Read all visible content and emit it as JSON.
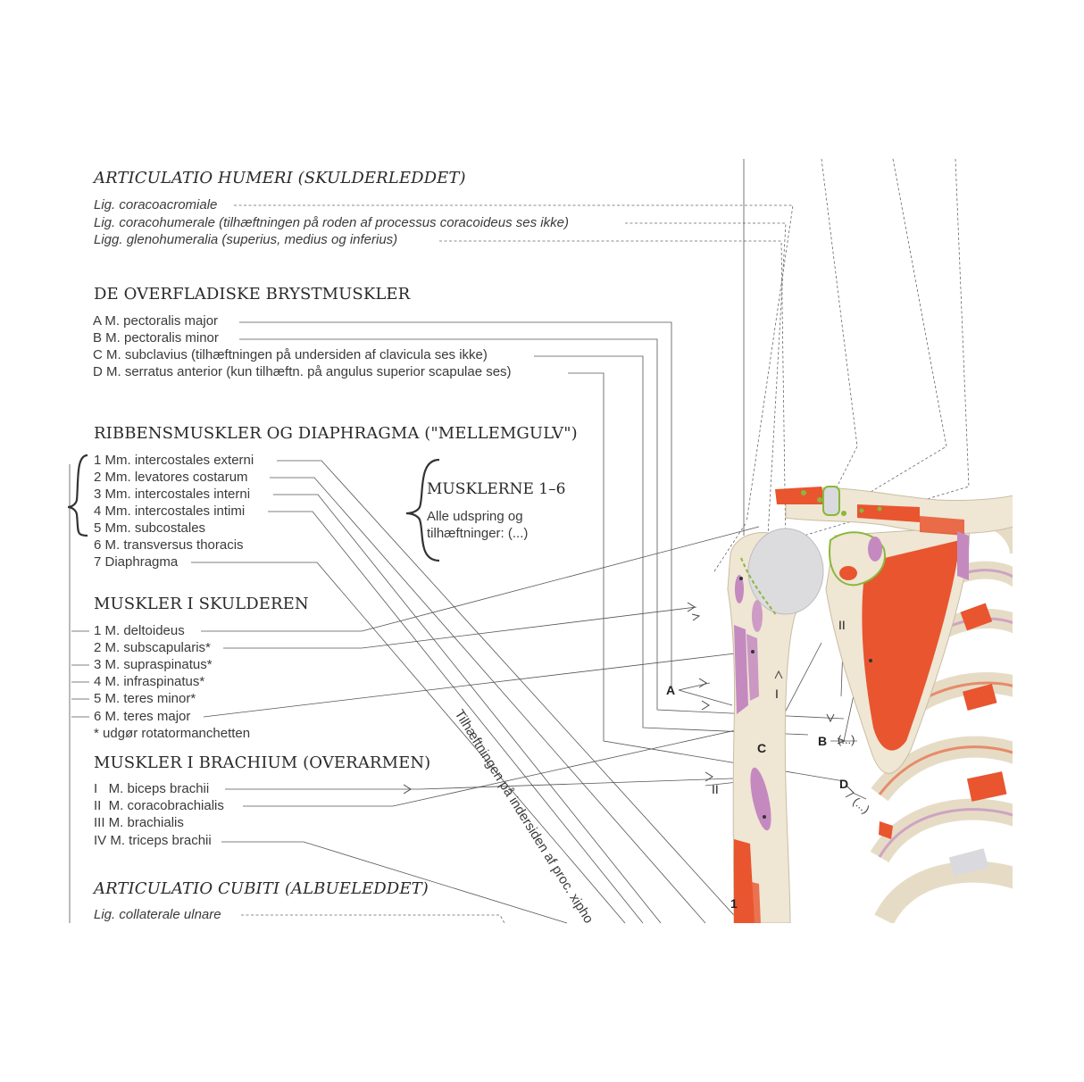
{
  "sections": {
    "humeri": {
      "title": "ARTICULATIO HUMERI (SKULDERLEDDET)",
      "items": [
        "Lig. coracoacromiale",
        "Lig. coracohumerale (tilhæftningen på roden af processus coracoideus ses ikke)",
        "Ligg. glenohumeralia (superius, medius og inferius)"
      ]
    },
    "bryst": {
      "title": "DE OVERFLADISKE BRYSTMUSKLER",
      "items": [
        "A M. pectoralis major",
        "B M. pectoralis minor",
        "C M. subclavius (tilhæftningen på undersiden af clavicula ses ikke)",
        "D M. serratus anterior (kun tilhæftn. på angulus superior scapulae ses)"
      ]
    },
    "ribben": {
      "title": "RIBBENSMUSKLER OG DIAPHRAGMA (\"MELLEMGULV\")",
      "items": [
        "1 Mm. intercostales externi",
        "2 Mm. levatores costarum",
        "3 Mm. intercostales interni",
        "4 Mm. intercostales intimi",
        "5 Mm. subcostales",
        "6 M. transversus thoracis",
        "7 Diaphragma"
      ],
      "group_title": "MUSKLERNE 1–6",
      "group_note_1": "Alle udspring og",
      "group_note_2": "tilhæftninger: (...)"
    },
    "skulder": {
      "title": "MUSKLER I SKULDEREN",
      "items": [
        "1 M. deltoideus",
        "2 M. subscapularis*",
        "3 M. supraspinatus*",
        "4 M. infraspinatus*",
        "5 M. teres minor*",
        "6 M. teres major",
        "* udgør rotatormanchetten"
      ]
    },
    "brachium": {
      "title": "MUSKLER I BRACHIUM (OVERARMEN)",
      "items": [
        "I   M. biceps brachii",
        "II  M. coracobrachialis",
        "III M. brachialis",
        "IV M. triceps brachii"
      ]
    },
    "cubiti": {
      "title": "ARTICULATIO CUBITI (ALBUELEDDET)",
      "items": [
        "Lig. collaterale ulnare"
      ]
    }
  },
  "rotated_note": "Tilhæftningen på indersiden af proc. xipho",
  "markers": {
    "A": "A",
    "B": "B",
    "C": "C",
    "D": "D",
    "B_note": "(...)",
    "D_note": "(...)",
    "I": "I",
    "II_top": "II",
    "II_arm": "II",
    "one": "1"
  },
  "colors": {
    "bone": "#efe6d4",
    "muscle_red": "#e8552f",
    "muscle_purple": "#c48ac0",
    "ligament_green": "#8ab83a",
    "cartilage": "#d9d9de"
  }
}
